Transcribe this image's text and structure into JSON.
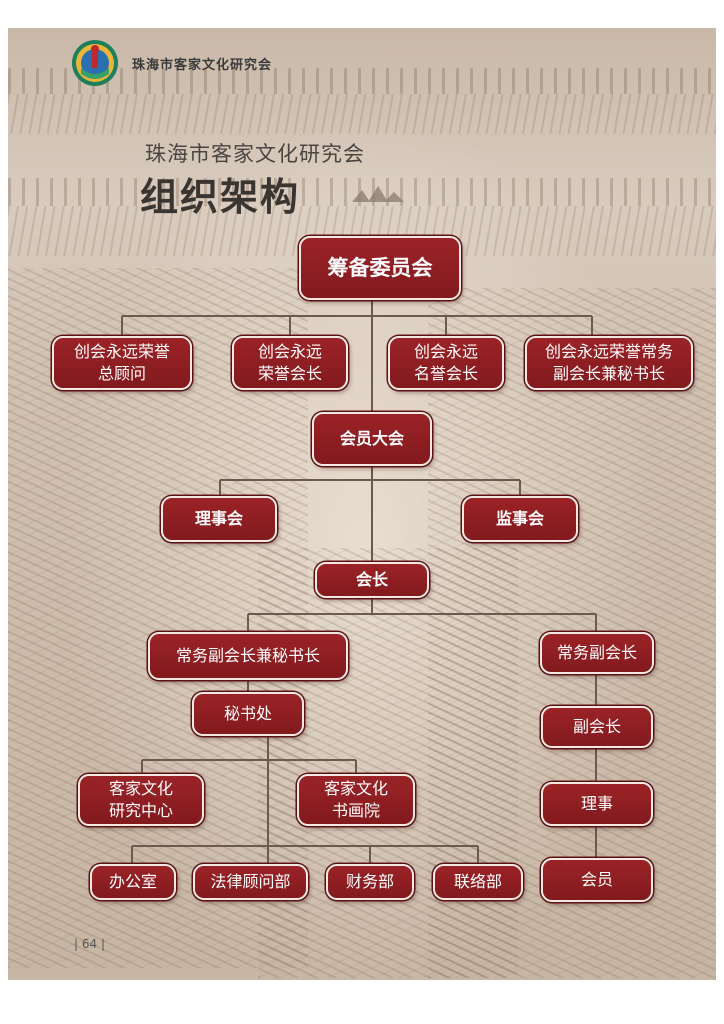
{
  "header": {
    "org_name": "珠海市客家文化研究会",
    "logo_icon": "emblem-logo-icon"
  },
  "page": {
    "subtitle": "珠海市客家文化研究会",
    "title": "组织架构",
    "page_number": "| 64 |"
  },
  "colors": {
    "node_fill": "#8f1f23",
    "node_border": "#f3e9e2",
    "connector": "#6b5a50",
    "background": "#d2c2b2"
  },
  "org_chart": {
    "nodes": {
      "preparatory_committee": "筹备委员会",
      "honorary_advisor": "创会永远荣誉\n总顾问",
      "honorary_president": "创会永远\n荣誉会长",
      "reputation_president": "创会永远\n名誉会长",
      "honorary_exec_vp_secretary": "创会永远荣誉常务\n副会长兼秘书长",
      "general_assembly": "会员大会",
      "council": "理事会",
      "supervisory_board": "监事会",
      "president": "会长",
      "exec_vp_secretary_general": "常务副会长兼秘书长",
      "exec_vp": "常务副会长",
      "secretariat": "秘书处",
      "vice_president": "副会长",
      "research_center": "客家文化\n研究中心",
      "calligraphy_academy": "客家文化\n书画院",
      "director": "理事",
      "office": "办公室",
      "legal_advisory": "法律顾问部",
      "finance": "财务部",
      "liaison": "联络部",
      "member": "会员"
    }
  }
}
